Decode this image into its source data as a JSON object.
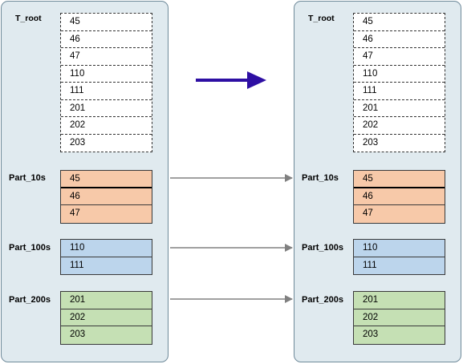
{
  "left": {
    "root_label": "T_root",
    "root_items": [
      "45",
      "46",
      "47",
      "110",
      "111",
      "201",
      "202",
      "203"
    ],
    "part10": {
      "label": "Part_10s",
      "items": [
        "45",
        "46",
        "47"
      ]
    },
    "part100": {
      "label": "Part_100s",
      "items": [
        "110",
        "111"
      ]
    },
    "part200": {
      "label": "Part_200s",
      "items": [
        "201",
        "202",
        "203"
      ]
    }
  },
  "right": {
    "root_label": "T_root",
    "root_items": [
      "45",
      "46",
      "47",
      "110",
      "111",
      "201",
      "202",
      "203"
    ],
    "part10": {
      "label": "Part_10s",
      "items": [
        "45",
        "46",
        "47"
      ]
    },
    "part100": {
      "label": "Part_100s",
      "items": [
        "110",
        "111"
      ]
    },
    "part200": {
      "label": "Part_200s",
      "items": [
        "201",
        "202",
        "203"
      ]
    }
  },
  "colors": {
    "panel_fill": "#e0eaef",
    "part10_fill": "#f7c9a9",
    "part100_fill": "#bcd5ec",
    "part200_fill": "#c5e0b4",
    "big_arrow": "#2e0fa3",
    "connector": "#808080"
  }
}
